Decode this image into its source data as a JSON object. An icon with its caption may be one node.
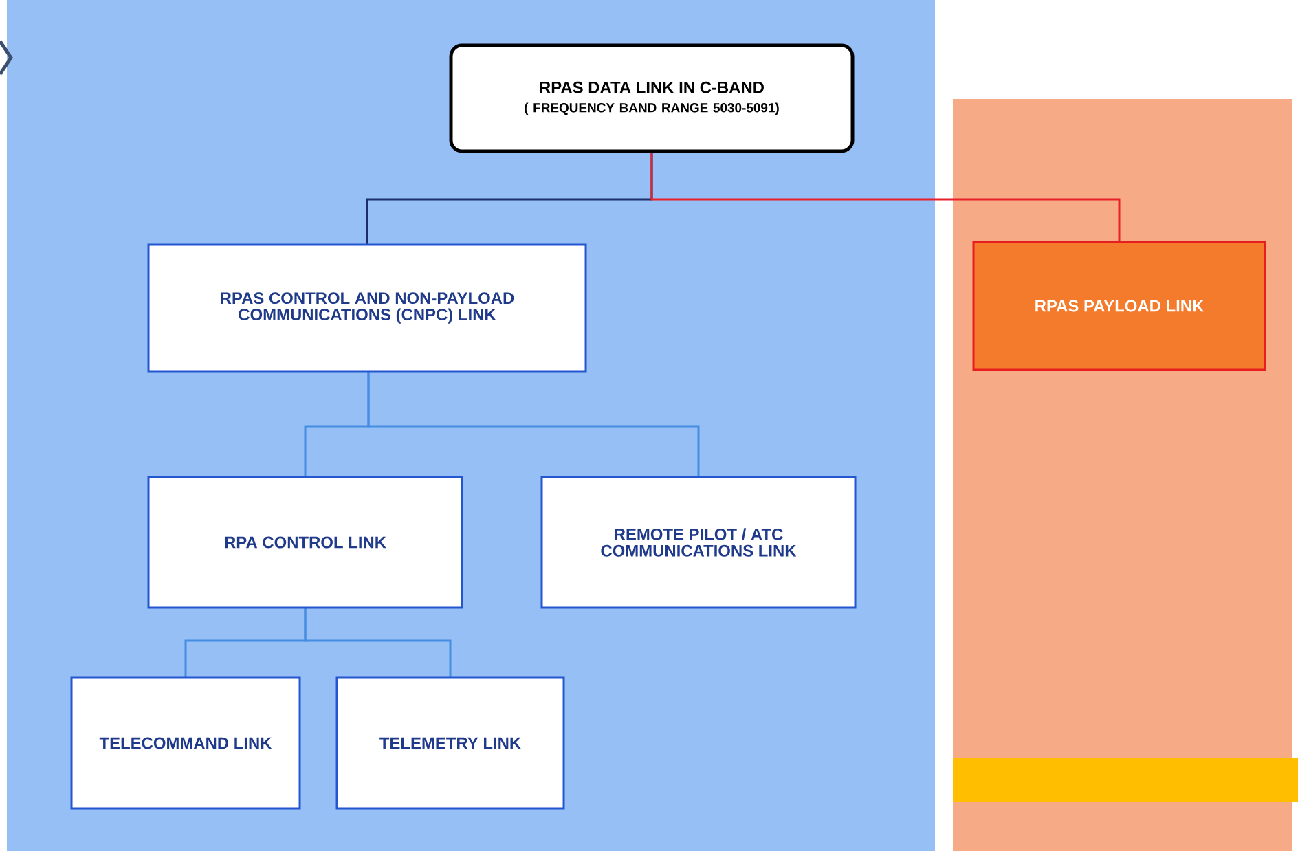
{
  "diagram": {
    "nodes": [
      {
        "text": [
          "RPAS DATA LINK IN C-BAND",
          "( FREQUENCY BAND RANGE 5030-5091)"
        ]
      },
      {
        "text": [
          "RPAS CONTROL AND NON-PAYLOAD COMMUNICATIONS (CNPC) LINK"
        ]
      },
      {
        "text": [
          "RPAS PAYLOAD LINK"
        ]
      },
      {
        "text": [
          "RPA CONTROL LINK"
        ]
      },
      {
        "text": [
          "REMOTE PILOT / ATC COMMUNICATIONS LINK"
        ]
      },
      {
        "text": [
          "TELECOMMAND LINK"
        ]
      },
      {
        "text": [
          "TELEMETRY LINK"
        ]
      }
    ],
    "edges": [
      {
        "from": 0,
        "to": 1,
        "arrow": "none",
        "color": "#1c2f6b"
      },
      {
        "from": 0,
        "to": 2,
        "arrow": "none",
        "color": "#e8202a"
      },
      {
        "from": 1,
        "to": 3,
        "arrow": "none"
      },
      {
        "from": 1,
        "to": 4,
        "arrow": "none"
      },
      {
        "from": 3,
        "to": 5,
        "arrow": "none"
      },
      {
        "from": 3,
        "to": 6,
        "arrow": "none"
      }
    ]
  }
}
